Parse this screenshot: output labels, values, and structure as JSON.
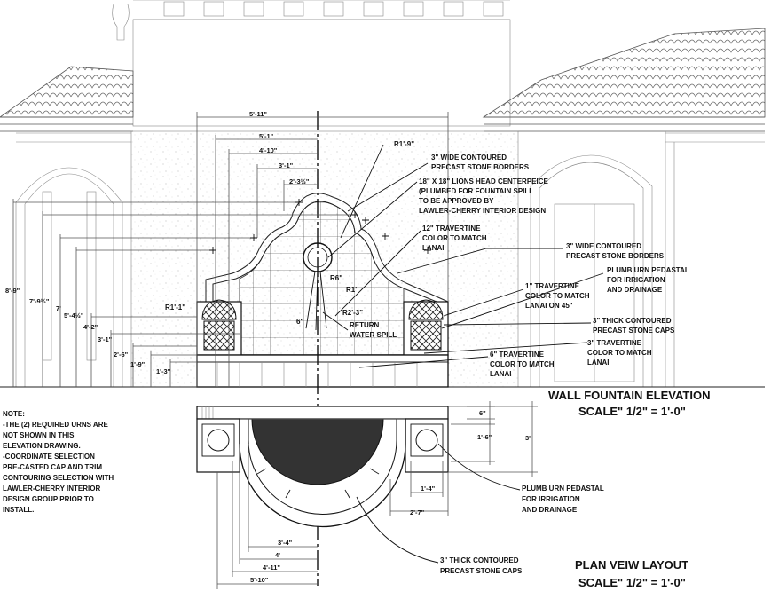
{
  "elevation": {
    "title": "WALL FOUNTAIN ELEVATION",
    "scale": "SCALE\" 1/2\" = 1'-0\"",
    "callouts": {
      "r1_9": "R1'-9\"",
      "contoured_borders_1": [
        "3\" WIDE CONTOURED",
        "PRECAST STONE BORDERS"
      ],
      "lions_head": [
        "18\" X 18\" LIONS HEAD CENTERPEICE",
        "(PLUMBED FOR FOUNTAIN SPILL",
        "TO BE APPROVED BY",
        "LAWLER-CHERRY INTERIOR DESIGN"
      ],
      "travertine_12": [
        "12\" TRAVERTINE",
        "COLOR TO MATCH",
        "LANAI"
      ],
      "contoured_borders_2": [
        "3\" WIDE CONTOURED",
        "PRECAST STONE BORDERS"
      ],
      "urn_pedestal": [
        "PLUMB URN PEDASTAL",
        "FOR IRRIGATION",
        "AND DRAINAGE"
      ],
      "travertine_1": [
        "1\" TRAVERTINE",
        "COLOR TO MATCH",
        "LANAI ON 45\""
      ],
      "stone_caps": [
        "3\" THICK CONTOURED",
        "PRECAST STONE CAPS"
      ],
      "travertine_3": [
        "3\" TRAVERTINE",
        "COLOR TO MATCH",
        "LANAI"
      ],
      "travertine_6": [
        "6\" TRAVERTINE",
        "COLOR TO MATCH",
        "LANAI"
      ],
      "return_spill": [
        "RETURN",
        "WATER SPILL"
      ],
      "r1_1": "R1'-1\"",
      "r6": "R6\"",
      "r1": "R1'",
      "r2_3": "R2'-3\"",
      "six_in": "6\""
    },
    "dims": {
      "d5_11": "5'-11\"",
      "d5_1": "5'-1\"",
      "d4_10": "4'-10\"",
      "d3_1": "3'-1\"",
      "d2_3h": "2'-3½\"",
      "d8_9": "8'-9\"",
      "d7_9h": "7'-9½\"",
      "d7": "7'",
      "d5_4h": "5'-4½\"",
      "d4_2": "4'-2\"",
      "d3_1b": "3'-1\"",
      "d2_6": "2'-6\"",
      "d1_9": "1'-9\"",
      "d1_3": "1'-3\""
    }
  },
  "note": {
    "lines": [
      "NOTE:",
      "-THE (2) REQUIRED URNS ARE",
      "NOT SHOWN IN THIS",
      "ELEVATION DRAWING.",
      "-COORDINATE SELECTION",
      "PRE-CASTED CAP AND TRIM",
      "CONTOURING SELECTION WITH",
      "LAWLER-CHERRY INTERIOR",
      "DESIGN GROUP PRIOR TO",
      "INSTALL."
    ]
  },
  "plan": {
    "title": "PLAN VEIW LAYOUT",
    "scale": "SCALE\" 1/2\" = 1'-0\"",
    "callouts": {
      "urn_pedestal": [
        "PLUMB URN PEDASTAL",
        "FOR IRRIGATION",
        "AND DRAINAGE"
      ],
      "stone_caps": [
        "3\" THICK CONTOURED",
        "PRECAST STONE CAPS"
      ]
    },
    "dims": {
      "d6": "6\"",
      "d1_6": "1'-6\"",
      "d3": "3'",
      "d1_4": "1'-4\"",
      "d2_7": "2'-7\"",
      "d3_4": "3'-4\"",
      "d4": "4'",
      "d4_11": "4'-11\"",
      "d5_10": "5'-10\""
    }
  }
}
